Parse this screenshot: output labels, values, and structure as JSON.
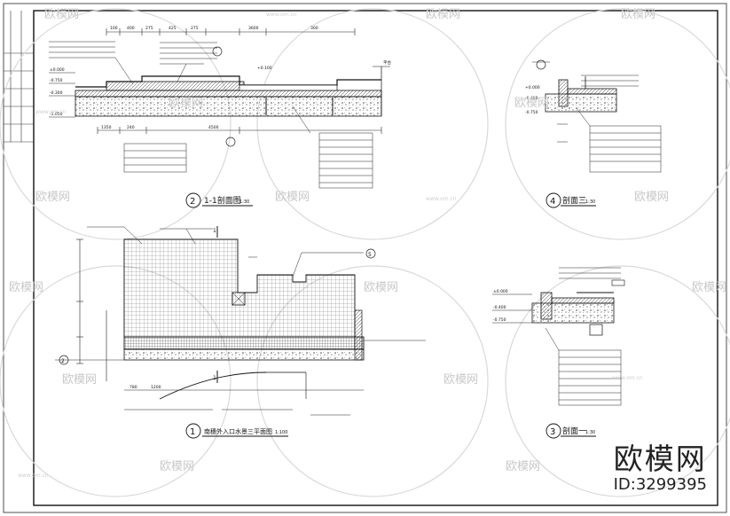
{
  "drawings": {
    "section_1_1": {
      "number": "2",
      "title": "1-1剖面图",
      "scale": "1:30"
    },
    "section_3": {
      "number": "4",
      "title": "剖面三",
      "scale": "1:30"
    },
    "plan": {
      "number": "1",
      "title": "南穗外入口水景三平面图",
      "scale": "1:100"
    },
    "section_1": {
      "number": "3",
      "title": "剖面一",
      "scale": "1:30"
    }
  },
  "dimensions": {
    "top_row": [
      "100",
      "400",
      "275",
      "425",
      "275",
      "3600",
      "300"
    ],
    "bottom_row": [
      "1350",
      "240",
      "4500"
    ],
    "plan_bottom": [
      "780",
      "1200"
    ]
  },
  "elevations": {
    "left": [
      "±0.000",
      "-0.750",
      "-0.300",
      "-1.050"
    ],
    "top": [
      "+0.100"
    ],
    "right_sec3": [
      "+0.000",
      "-0.400",
      "-0.750"
    ],
    "right_sec1": [
      "±0.000",
      "-0.400",
      "-0.750"
    ]
  },
  "plan_labels": {
    "cut_mark": "1",
    "callout_5": "5",
    "callout_2": "2"
  },
  "watermark": {
    "text": "欧模网",
    "url": "www.om.cn"
  },
  "brand": {
    "name": "欧模网",
    "id": "ID:3299395"
  }
}
